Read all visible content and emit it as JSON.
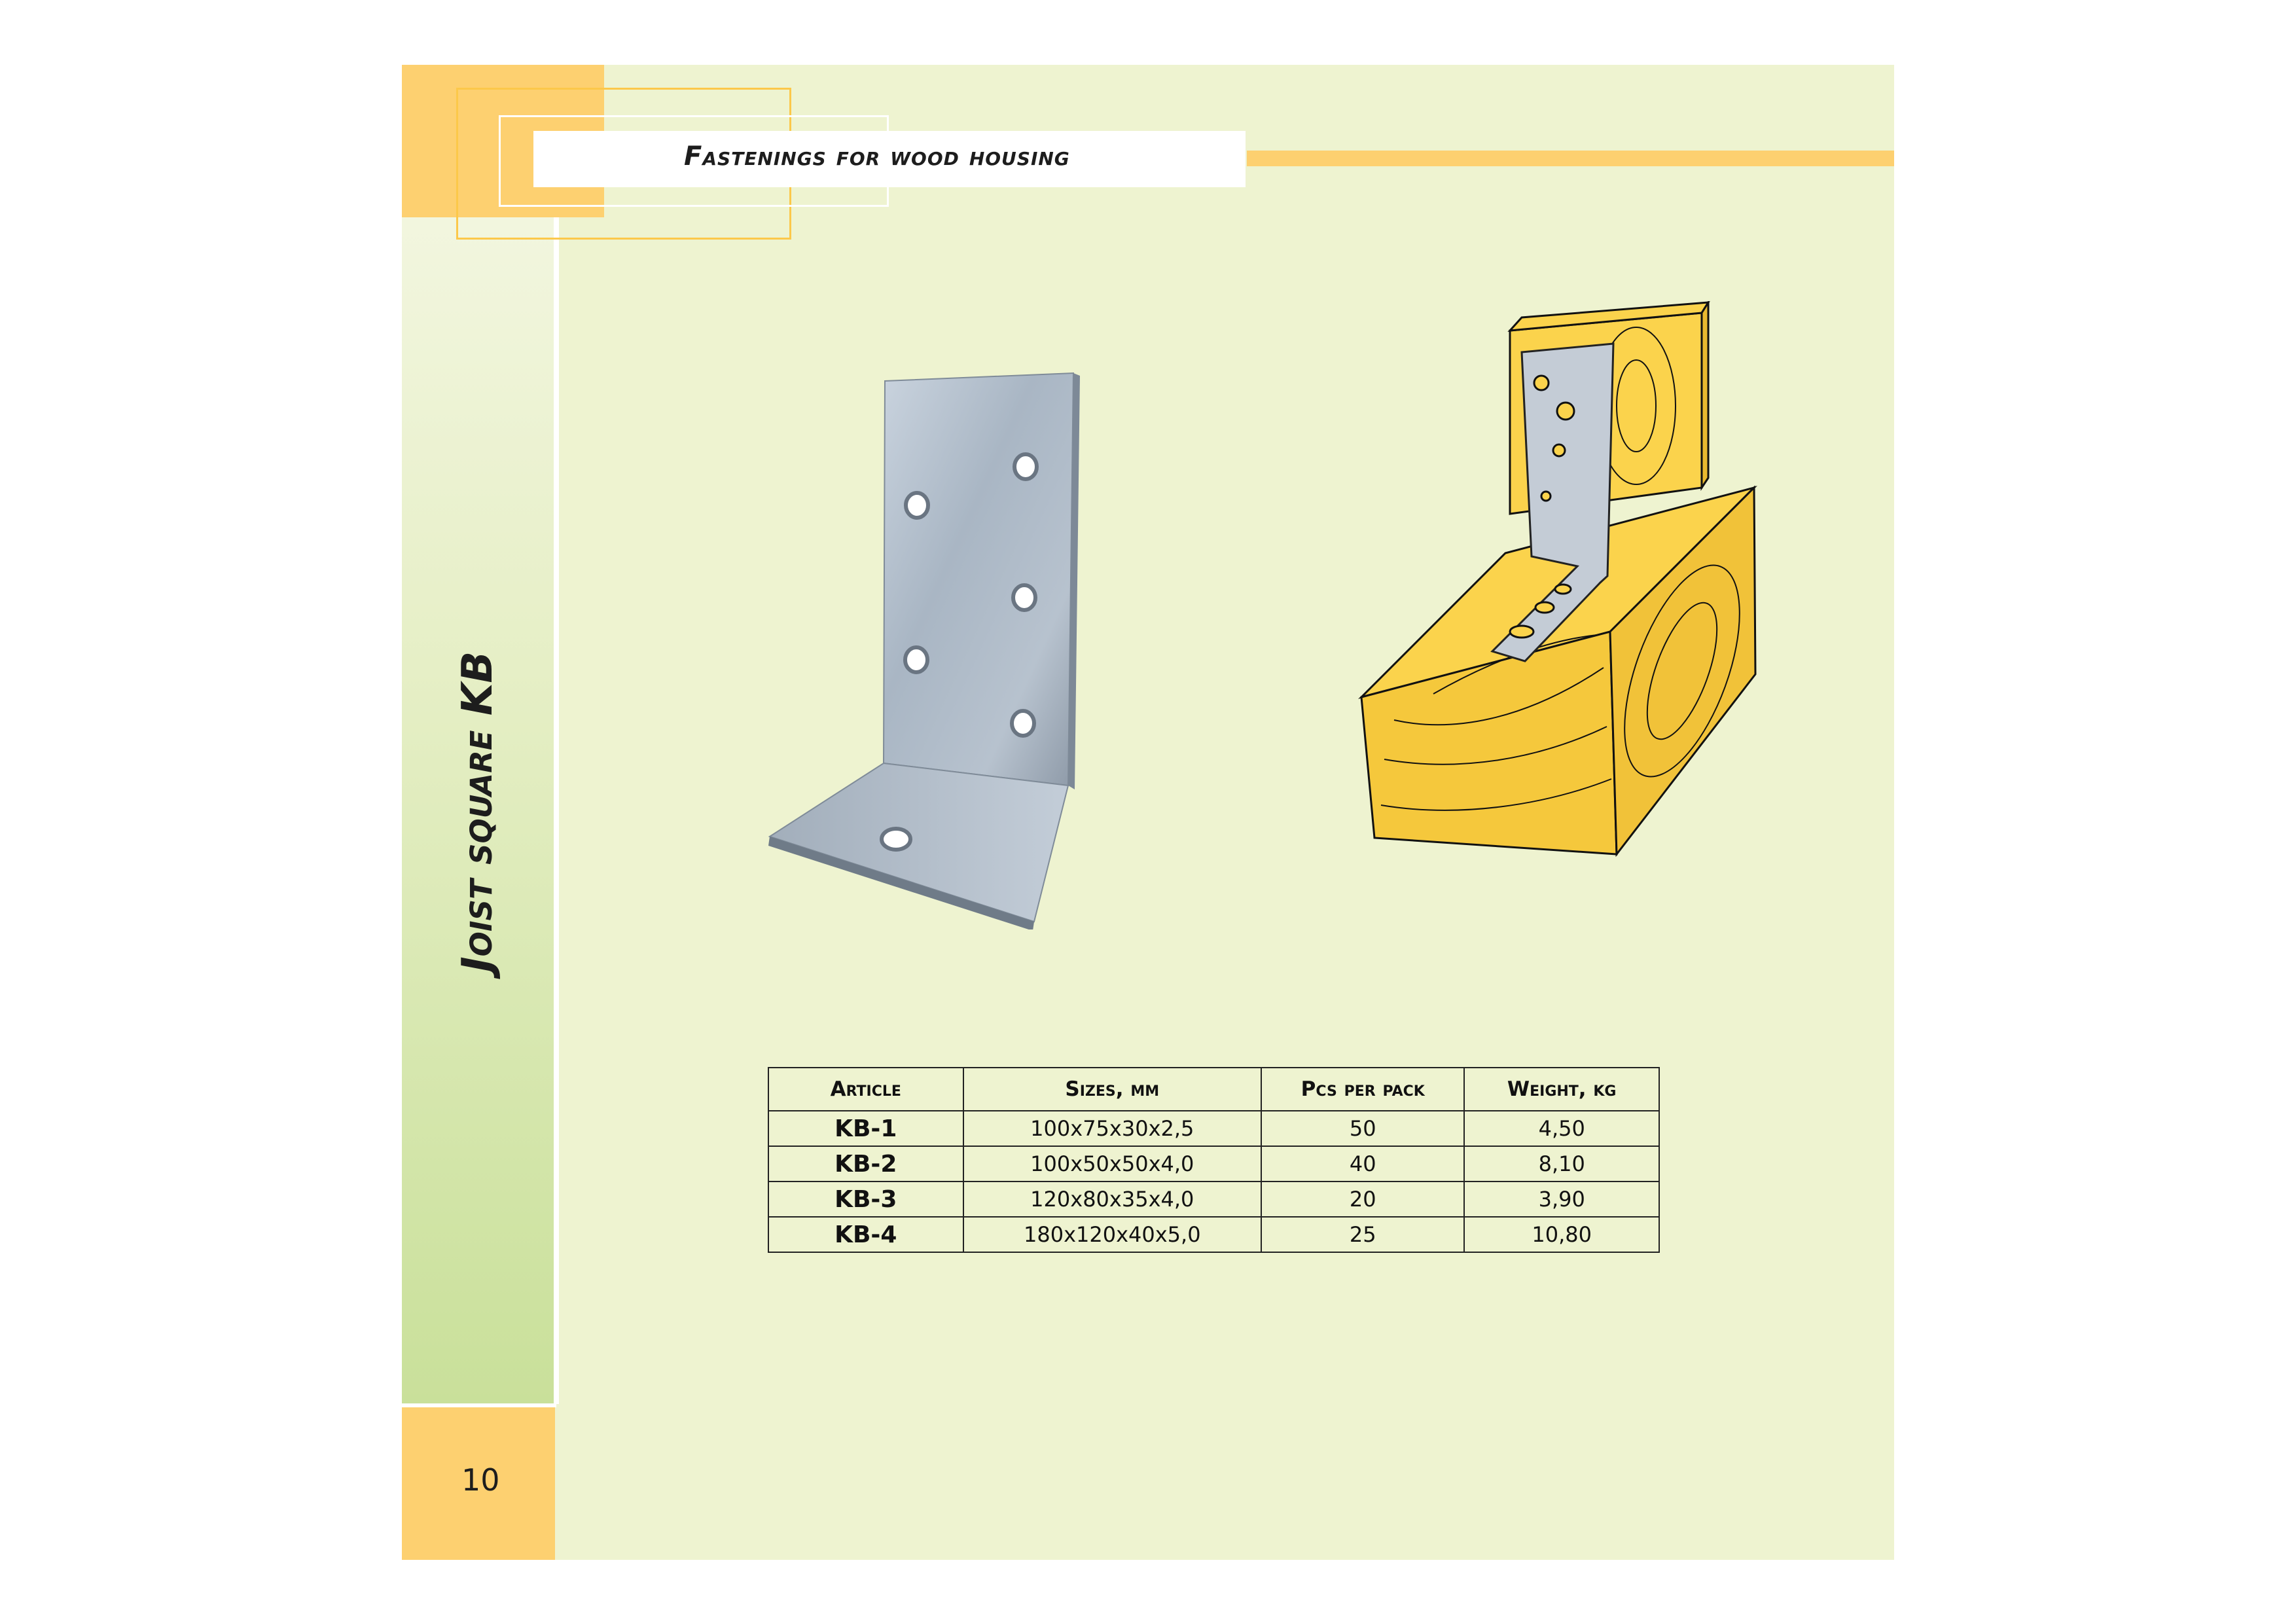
{
  "header": {
    "title": "Fastenings for wood housing"
  },
  "sidebar": {
    "title": "Joist square KB",
    "page_number": "10"
  },
  "colors": {
    "accent": "#fdd070",
    "frame": "#fcc84a",
    "page_bg": "#eef3d0",
    "sidebar_bottom": "#c9e09a"
  },
  "images": [
    {
      "name": "galvanized-angle-bracket-photo"
    },
    {
      "name": "bracket-on-timber-joint-illustration"
    }
  ],
  "table": {
    "headers": [
      "Article",
      "Sizes, mm",
      "Pcs per pack",
      "Weight, kg"
    ],
    "rows": [
      {
        "article": "KB-1",
        "size": "100x75x30x2,5",
        "pcs": "50",
        "weight": "4,50"
      },
      {
        "article": "KB-2",
        "size": "100x50x50x4,0",
        "pcs": "40",
        "weight": "8,10"
      },
      {
        "article": "KB-3",
        "size": "120x80x35x4,0",
        "pcs": "20",
        "weight": "3,90"
      },
      {
        "article": "KB-4",
        "size": "180x120x40x5,0",
        "pcs": "25",
        "weight": "10,80"
      }
    ]
  }
}
